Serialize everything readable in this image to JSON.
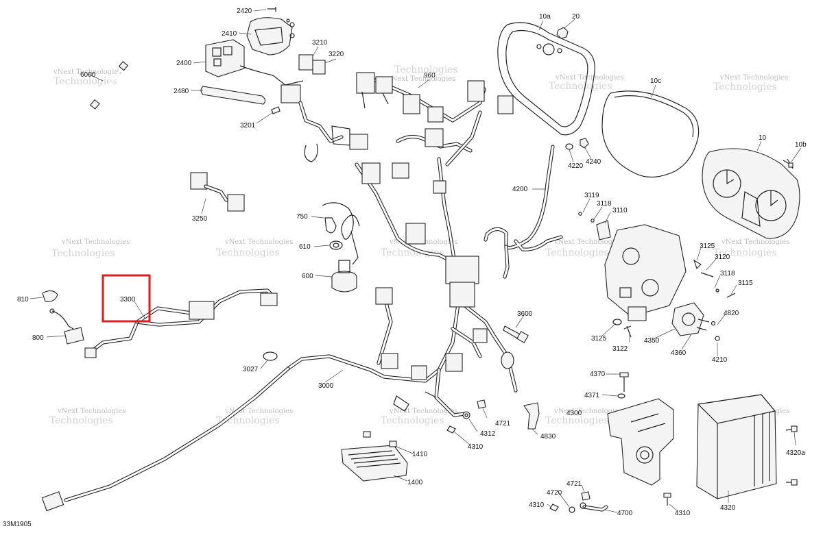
{
  "diagram_code": "33M1905",
  "watermark": {
    "line1": "vNext Technologies",
    "line2": "Technologies"
  },
  "highlight": {
    "label": "3300",
    "color": "#d81e1e"
  },
  "labels": {
    "l2420": "2420",
    "l2410": "2410",
    "l2400": "2400",
    "l2480": "2480",
    "l3210": "3210",
    "l3220": "3220",
    "l3201": "3201",
    "l6000": "6000",
    "l960": "960",
    "l10a": "10a",
    "l20": "20",
    "l10c": "10c",
    "l10": "10",
    "l10b": "10b",
    "l4220": "4220",
    "l4240": "4240",
    "l4200": "4200",
    "l3250": "3250",
    "l750": "750",
    "l610": "610",
    "l600": "600",
    "l3119": "3119",
    "l3118a": "3118",
    "l3110": "3110",
    "l3125a": "3125",
    "l3120": "3120",
    "l3118b": "3118",
    "l3115": "3115",
    "l810": "810",
    "l800": "800",
    "l3300": "3300",
    "l3600": "3600",
    "l4820": "4820",
    "l3125b": "3125",
    "l3122": "3122",
    "l4350": "4350",
    "l4360": "4360",
    "l4210": "4210",
    "l3027": "3027",
    "l3000": "3000",
    "l4370": "4370",
    "l4371": "4371",
    "l4300": "4300",
    "l4721a": "4721",
    "l4312": "4312",
    "l4310a": "4310",
    "l4830": "4830",
    "l1410": "1410",
    "l1400": "1400",
    "l4320a": "4320a",
    "l4320": "4320",
    "l4721b": "4721",
    "l4720": "4720",
    "l4310b": "4310",
    "l4700": "4700",
    "l4310c": "4310"
  }
}
